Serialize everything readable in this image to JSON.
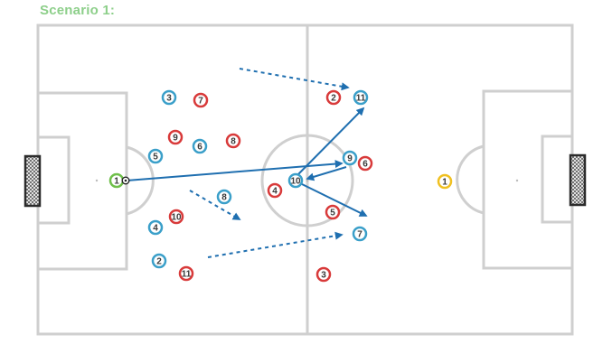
{
  "title": "Scenario 1:",
  "colors": {
    "line": "#cfcfcf",
    "blue_team": "#3a9fc9",
    "red_team": "#d83a3a",
    "green_keeper": "#6fbf4a",
    "yellow_keeper": "#f0c020",
    "arrow": "#1f6fb0"
  },
  "players": [
    {
      "team": "blue",
      "label": "3"
    },
    {
      "team": "red",
      "label": "7"
    },
    {
      "team": "red",
      "label": "9"
    },
    {
      "team": "blue",
      "label": "6"
    },
    {
      "team": "red",
      "label": "8"
    },
    {
      "team": "blue",
      "label": "5"
    },
    {
      "team": "blue",
      "label": "8"
    },
    {
      "team": "red",
      "label": "10"
    },
    {
      "team": "blue",
      "label": "4"
    },
    {
      "team": "blue",
      "label": "2"
    },
    {
      "team": "red",
      "label": "11"
    },
    {
      "team": "red",
      "label": "2"
    },
    {
      "team": "blue",
      "label": "11"
    },
    {
      "team": "red",
      "label": "4"
    },
    {
      "team": "blue",
      "label": "10"
    },
    {
      "team": "blue",
      "label": "9"
    },
    {
      "team": "red",
      "label": "6"
    },
    {
      "team": "red",
      "label": "5"
    },
    {
      "team": "blue",
      "label": "7"
    },
    {
      "team": "red",
      "label": "3"
    },
    {
      "team": "green",
      "label": "1"
    },
    {
      "team": "yellow",
      "label": "1"
    }
  ]
}
